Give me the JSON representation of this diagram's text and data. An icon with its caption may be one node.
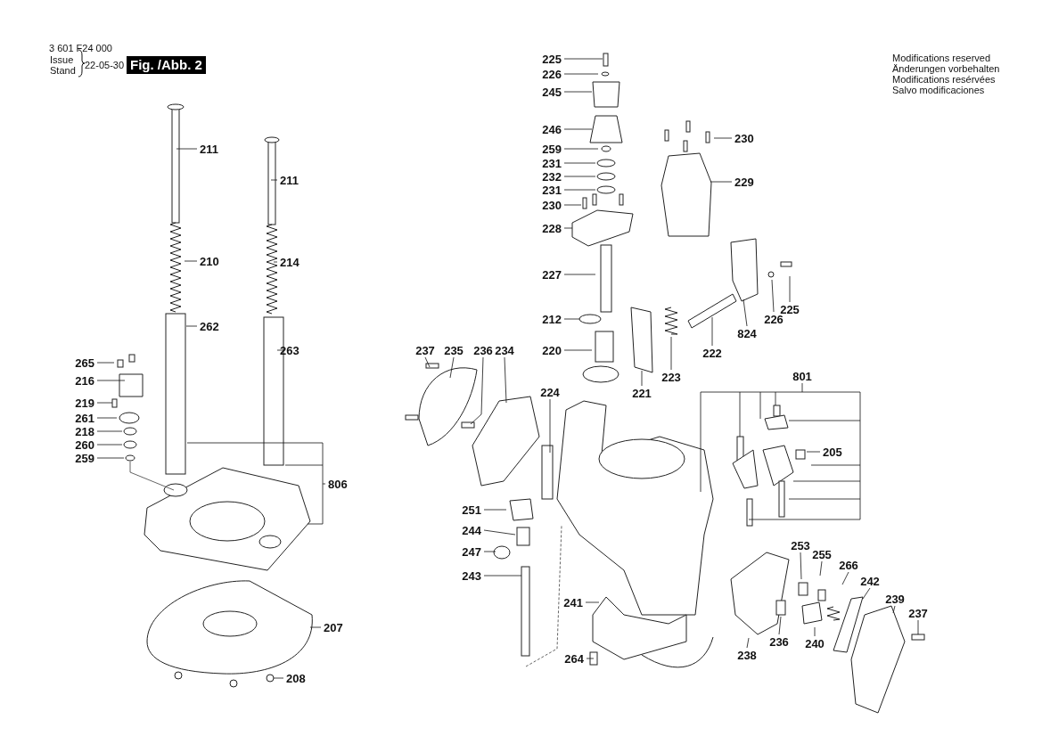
{
  "diagram": {
    "nodes": [
      {
        "text": [
          "211"
        ]
      },
      {
        "text": [
          "211"
        ]
      },
      {
        "text": [
          "210"
        ]
      },
      {
        "text": [
          "214"
        ]
      },
      {
        "text": [
          "262"
        ]
      },
      {
        "text": [
          "263"
        ]
      },
      {
        "text": [
          "265"
        ]
      },
      {
        "text": [
          "216"
        ]
      },
      {
        "text": [
          "219"
        ]
      },
      {
        "text": [
          "261"
        ]
      },
      {
        "text": [
          "218"
        ]
      },
      {
        "text": [
          "260"
        ]
      },
      {
        "text": [
          "259"
        ]
      },
      {
        "text": [
          "806"
        ]
      },
      {
        "text": [
          "207"
        ]
      },
      {
        "text": [
          "208"
        ]
      },
      {
        "text": [
          "225"
        ]
      },
      {
        "text": [
          "226"
        ]
      },
      {
        "text": [
          "245"
        ]
      },
      {
        "text": [
          "246"
        ]
      },
      {
        "text": [
          "259"
        ]
      },
      {
        "text": [
          "231"
        ]
      },
      {
        "text": [
          "232"
        ]
      },
      {
        "text": [
          "231"
        ]
      },
      {
        "text": [
          "230"
        ]
      },
      {
        "text": [
          "228"
        ]
      },
      {
        "text": [
          "227"
        ]
      },
      {
        "text": [
          "212"
        ]
      },
      {
        "text": [
          "220"
        ]
      },
      {
        "text": [
          "237"
        ]
      },
      {
        "text": [
          "235"
        ]
      },
      {
        "text": [
          "236"
        ]
      },
      {
        "text": [
          "234"
        ]
      },
      {
        "text": [
          "224"
        ]
      },
      {
        "text": [
          "221"
        ]
      },
      {
        "text": [
          "223"
        ]
      },
      {
        "text": [
          "222"
        ]
      },
      {
        "text": [
          "230"
        ]
      },
      {
        "text": [
          "229"
        ]
      },
      {
        "text": [
          "824"
        ]
      },
      {
        "text": [
          "226"
        ]
      },
      {
        "text": [
          "225"
        ]
      },
      {
        "text": [
          "801"
        ]
      },
      {
        "text": [
          "205"
        ]
      },
      {
        "text": [
          "251"
        ]
      },
      {
        "text": [
          "244"
        ]
      },
      {
        "text": [
          "247"
        ]
      },
      {
        "text": [
          "243"
        ]
      },
      {
        "text": [
          "241"
        ]
      },
      {
        "text": [
          "264"
        ]
      },
      {
        "text": [
          "253"
        ]
      },
      {
        "text": [
          "255"
        ]
      },
      {
        "text": [
          "266"
        ]
      },
      {
        "text": [
          "242"
        ]
      },
      {
        "text": [
          "239"
        ]
      },
      {
        "text": [
          "237"
        ]
      },
      {
        "text": [
          "236"
        ]
      },
      {
        "text": [
          "240"
        ]
      },
      {
        "text": [
          "238"
        ]
      }
    ],
    "edges": [
      {
        "from": 0,
        "to": null,
        "arrow": "none"
      },
      {
        "from": 1,
        "to": null,
        "arrow": "none"
      },
      {
        "from": 2,
        "to": null,
        "arrow": "none"
      },
      {
        "from": 3,
        "to": null,
        "arrow": "none"
      },
      {
        "from": 4,
        "to": null,
        "arrow": "none"
      },
      {
        "from": 5,
        "to": null,
        "arrow": "none"
      },
      {
        "from": 6,
        "to": null,
        "arrow": "none"
      },
      {
        "from": 7,
        "to": null,
        "arrow": "none"
      },
      {
        "from": 8,
        "to": null,
        "arrow": "none"
      },
      {
        "from": 9,
        "to": null,
        "arrow": "none"
      },
      {
        "from": 10,
        "to": null,
        "arrow": "none"
      },
      {
        "from": 11,
        "to": null,
        "arrow": "none"
      },
      {
        "from": 12,
        "to": null,
        "arrow": "none"
      },
      {
        "from": 13,
        "to": null,
        "arrow": "none"
      },
      {
        "from": 14,
        "to": null,
        "arrow": "none"
      },
      {
        "from": 15,
        "to": null,
        "arrow": "none"
      },
      {
        "from": 16,
        "to": null,
        "arrow": "none"
      },
      {
        "from": 17,
        "to": null,
        "arrow": "none"
      },
      {
        "from": 18,
        "to": null,
        "arrow": "none"
      },
      {
        "from": 19,
        "to": null,
        "arrow": "none"
      },
      {
        "from": 20,
        "to": null,
        "arrow": "none"
      },
      {
        "from": 21,
        "to": null,
        "arrow": "none"
      },
      {
        "from": 22,
        "to": null,
        "arrow": "none"
      },
      {
        "from": 23,
        "to": null,
        "arrow": "none"
      },
      {
        "from": 24,
        "to": null,
        "arrow": "none"
      },
      {
        "from": 25,
        "to": null,
        "arrow": "none"
      },
      {
        "from": 26,
        "to": null,
        "arrow": "none"
      },
      {
        "from": 27,
        "to": null,
        "arrow": "none"
      },
      {
        "from": 28,
        "to": null,
        "arrow": "none"
      },
      {
        "from": 29,
        "to": null,
        "arrow": "none"
      },
      {
        "from": 30,
        "to": null,
        "arrow": "none"
      },
      {
        "from": 31,
        "to": null,
        "arrow": "none"
      },
      {
        "from": 32,
        "to": null,
        "arrow": "none"
      },
      {
        "from": 33,
        "to": null,
        "arrow": "none"
      },
      {
        "from": 34,
        "to": null,
        "arrow": "none"
      },
      {
        "from": 35,
        "to": null,
        "arrow": "none"
      },
      {
        "from": 36,
        "to": null,
        "arrow": "none"
      },
      {
        "from": 37,
        "to": null,
        "arrow": "none"
      },
      {
        "from": 38,
        "to": null,
        "arrow": "none"
      },
      {
        "from": 39,
        "to": null,
        "arrow": "none"
      },
      {
        "from": 40,
        "to": null,
        "arrow": "none"
      },
      {
        "from": 41,
        "to": null,
        "arrow": "none"
      },
      {
        "from": 42,
        "to": null,
        "arrow": "none"
      },
      {
        "from": 43,
        "to": null,
        "arrow": "none"
      },
      {
        "from": 44,
        "to": null,
        "arrow": "none"
      },
      {
        "from": 45,
        "to": null,
        "arrow": "none"
      },
      {
        "from": 46,
        "to": null,
        "arrow": "none"
      },
      {
        "from": 47,
        "to": null,
        "arrow": "none"
      },
      {
        "from": 48,
        "to": null,
        "arrow": "none"
      },
      {
        "from": 49,
        "to": null,
        "arrow": "none"
      },
      {
        "from": 50,
        "to": null,
        "arrow": "none"
      },
      {
        "from": 51,
        "to": null,
        "arrow": "none"
      },
      {
        "from": 52,
        "to": null,
        "arrow": "none"
      },
      {
        "from": 53,
        "to": null,
        "arrow": "none"
      },
      {
        "from": 54,
        "to": null,
        "arrow": "none"
      },
      {
        "from": 55,
        "to": null,
        "arrow": "none"
      },
      {
        "from": 56,
        "to": null,
        "arrow": "none"
      },
      {
        "from": 57,
        "to": null,
        "arrow": "none"
      },
      {
        "from": 58,
        "to": null,
        "arrow": "none"
      }
    ],
    "labels": [
      "3 601 F24 000",
      "Issue",
      "Stand",
      "22-05-30",
      "Fig. /Abb. 2",
      "Modifications reserved",
      "Änderungen vorbehalten",
      "Modifications resérvées",
      "Salvo modificaciones"
    ]
  }
}
